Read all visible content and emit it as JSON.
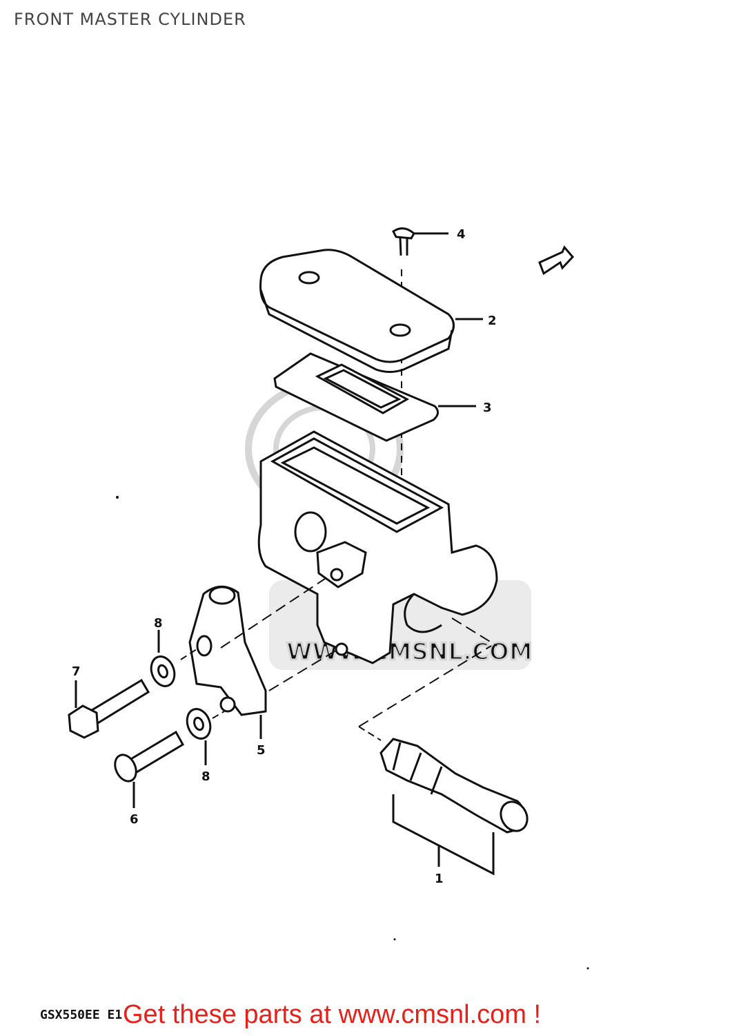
{
  "page": {
    "title": "FRONT MASTER CYLINDER"
  },
  "parts": [
    {
      "number": "1"
    },
    {
      "number": "2"
    },
    {
      "number": "3"
    },
    {
      "number": "4"
    },
    {
      "number": "5"
    },
    {
      "number": "6"
    },
    {
      "number": "7"
    },
    {
      "number": "8"
    },
    {
      "number": "8"
    }
  ],
  "footer": {
    "model_code": "GSX550EE E1",
    "link_text": "Get these parts at www.cmsnl.com !"
  },
  "colors": {
    "link": "#e8201a",
    "line": "#111111",
    "watermark": "#d9d9d9"
  }
}
